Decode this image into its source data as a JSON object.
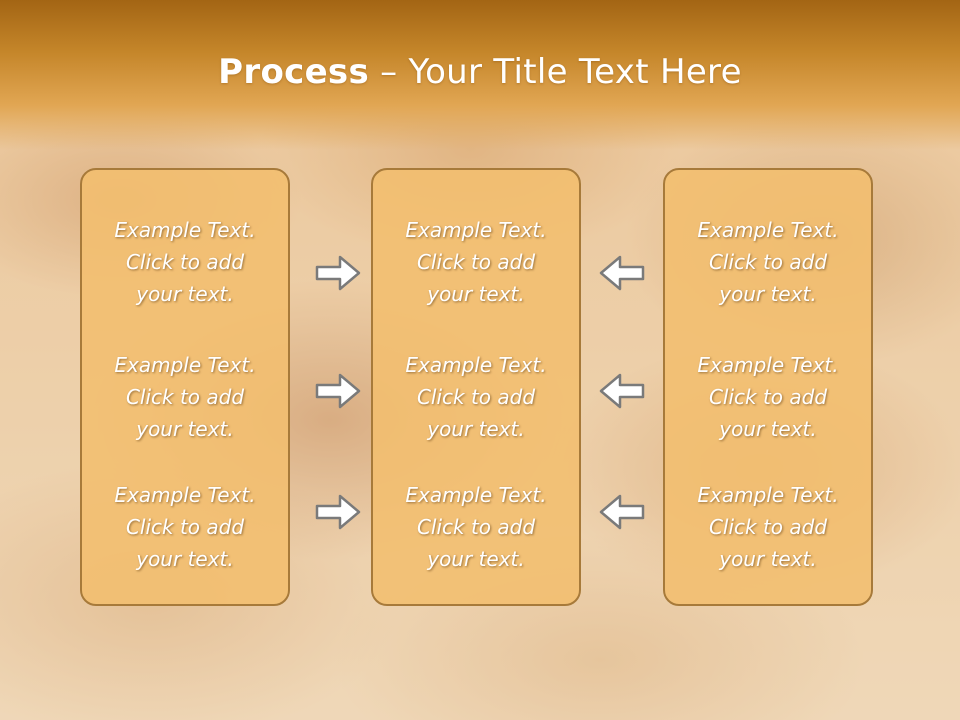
{
  "slide": {
    "title_bold": "Process",
    "title_rest": " – Your Title Text Here"
  },
  "columns": [
    {
      "items": [
        {
          "line1": "Example Text.",
          "line2": "Click  to add",
          "line3": "your text."
        },
        {
          "line1": "Example Text.",
          "line2": "Click  to add",
          "line3": "your text."
        },
        {
          "line1": "Example Text.",
          "line2": "Click  to add",
          "line3": "your text."
        }
      ]
    },
    {
      "items": [
        {
          "line1": "Example Text.",
          "line2": "Click  to add",
          "line3": "your text."
        },
        {
          "line1": "Example Text.",
          "line2": "Click  to add",
          "line3": "your text."
        },
        {
          "line1": "Example Text.",
          "line2": "Click  to add",
          "line3": "your text."
        }
      ]
    },
    {
      "items": [
        {
          "line1": "Example Text.",
          "line2": "Click  to add",
          "line3": "your text."
        },
        {
          "line1": "Example Text.",
          "line2": "Click  to add",
          "line3": "your text."
        },
        {
          "line1": "Example Text.",
          "line2": "Click  to add",
          "line3": "your text."
        }
      ]
    }
  ],
  "colors": {
    "box_fill": "#f3be6e",
    "box_border": "#a77a3a",
    "header_dark": "#a36514",
    "arrow_outline": "#7a7a7a"
  },
  "icons": {
    "left_arrows": "right-arrow-icon",
    "right_arrows": "left-arrow-icon"
  }
}
